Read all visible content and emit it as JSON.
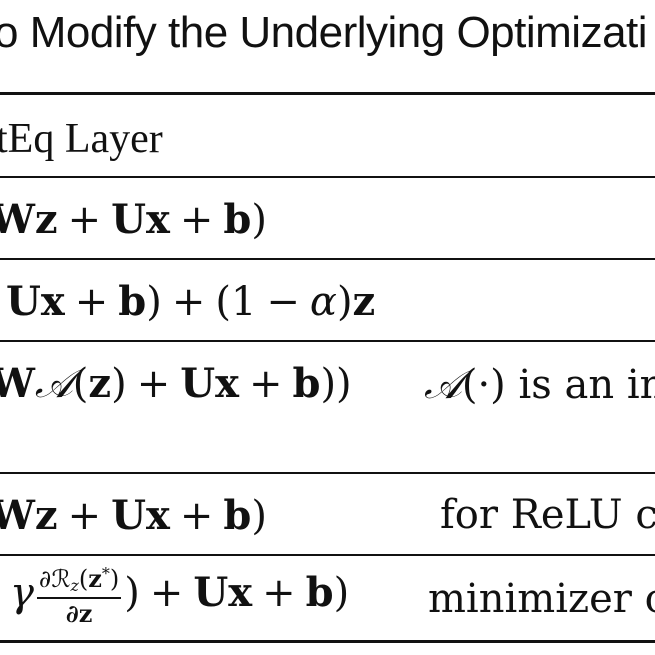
{
  "caption": "o Modify the Underlying Optimizati",
  "header": "tEq Layer",
  "rows": [
    {
      "formula": {
        "a": "Wz",
        "op1": "+",
        "b": "Ux",
        "op2": "+",
        "c": "b",
        "close": ")"
      }
    },
    {
      "formula": {
        "a": "Ux",
        "op1": "+",
        "b": "b",
        "close1": ")",
        "op2": "+",
        "paren_open": "(1",
        "minus": "−",
        "alpha": "α",
        "paren_close": ")",
        "z": "z"
      }
    },
    {
      "formula": {
        "pre": "W",
        "calA": "𝒜",
        "arg_open": "(",
        "z": "z",
        "arg_close": ")",
        "op1": "+",
        "b": "Ux",
        "op2": "+",
        "c": "b",
        "close": "))"
      },
      "note_pre": "𝒜",
      "note_arg": "(·)",
      "note": " is an in"
    },
    {
      "formula": {
        "a": "Wz",
        "op1": "+",
        "b": "Ux",
        "op2": "+",
        "c": "b",
        "close": ")"
      },
      "note": "for ReLU ca"
    },
    {
      "formula": {
        "gamma": "γ",
        "num_pre": "∂ℛ",
        "num_sub": "z",
        "num_arg_open": "(",
        "num_z": "z",
        "num_star": "*",
        "num_arg_close": ")",
        "den": "∂z",
        "close1": ")",
        "op1": "+",
        "b": "Ux",
        "op2": "+",
        "c": "b",
        "close2": ")"
      },
      "note": "minimizer o"
    }
  ]
}
